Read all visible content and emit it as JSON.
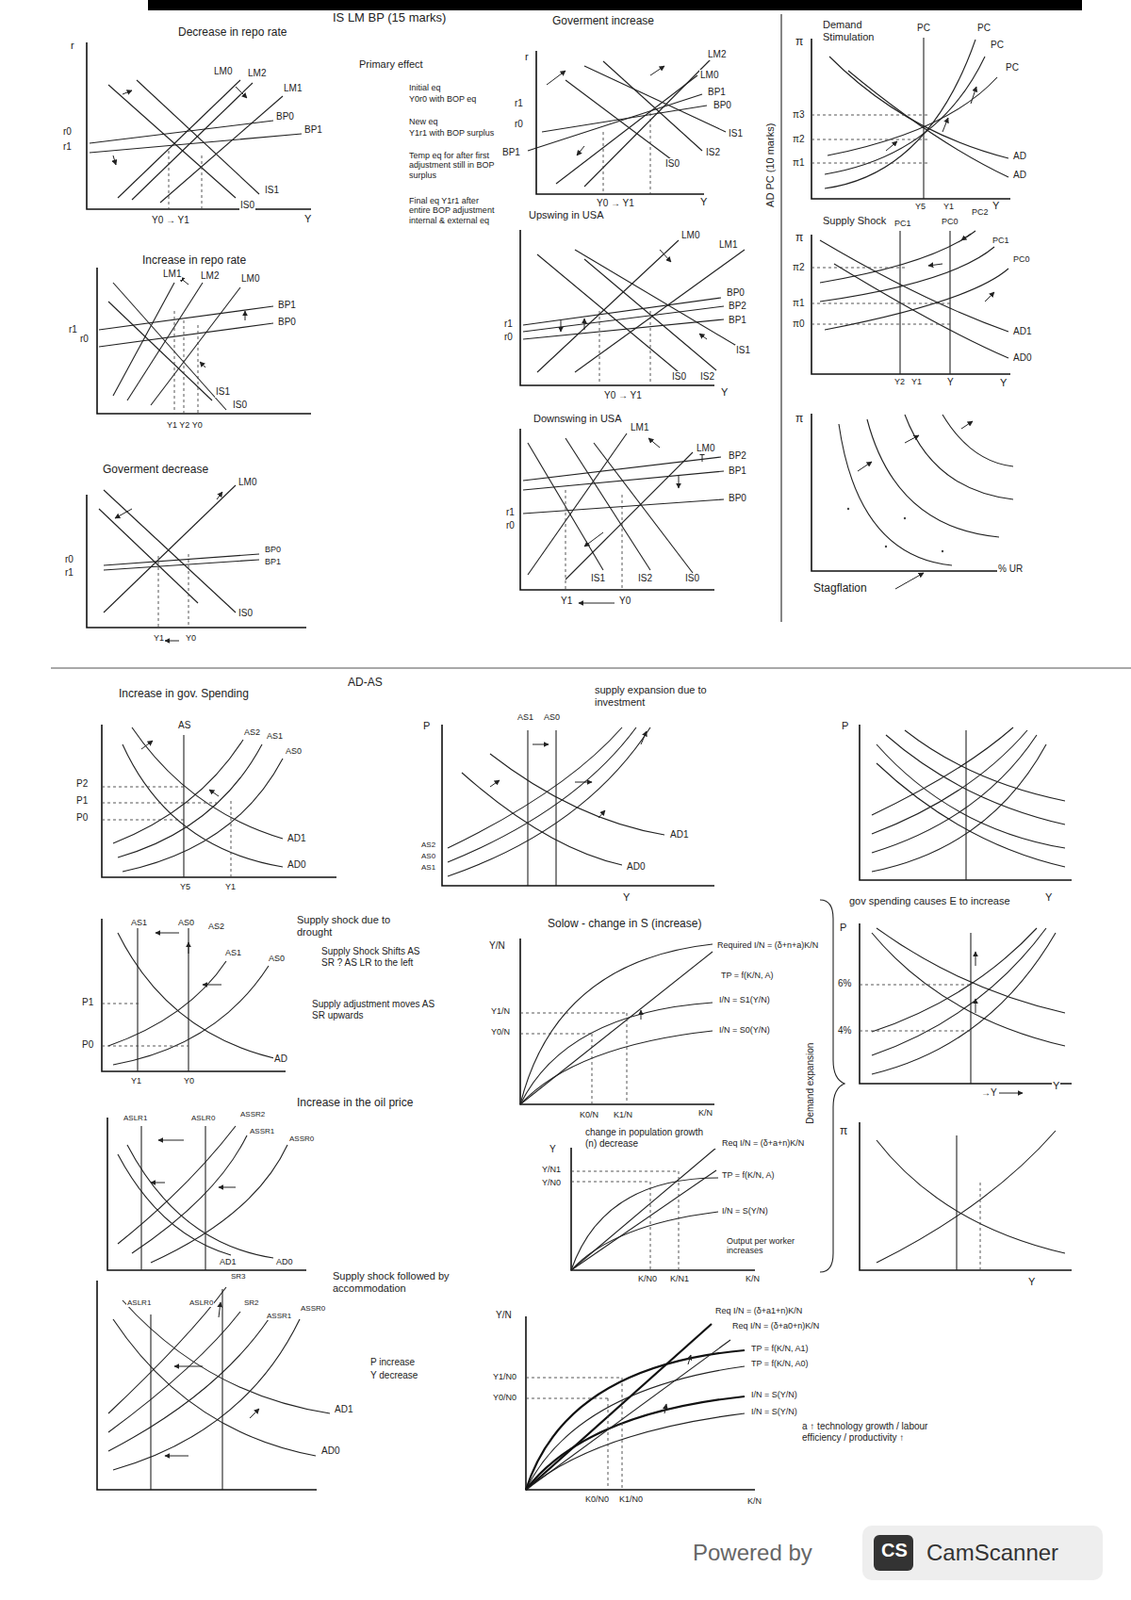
{
  "diagram": {
    "title": "IS LM BP (15 marks)",
    "labels": [
      "Decrease in repo rate",
      "r",
      "LM0",
      "LM2",
      "LM1",
      "BP0",
      "BP1",
      "r0",
      "r1",
      "IS1",
      "IS0",
      "Y0 → Y1",
      "Y",
      "Increase in repo rate",
      "LM1",
      "LM2",
      "LM0",
      "BP1",
      "BP0",
      "r1",
      "r0",
      "IS1",
      "IS0",
      "Y1 Y2 Y0",
      "Goverment decrease",
      "LM0",
      "BP0",
      "BP1",
      "r0",
      "r1",
      "IS0",
      "Y1",
      "Y0",
      "Goverment increase",
      "Primary effect",
      "r",
      "LM2",
      "LM0",
      "BP1",
      "BP0",
      "r1",
      "r0",
      "IS1",
      "IS2",
      "IS0",
      "BP1",
      "Y0 → Y1",
      "Y",
      "Initial eq",
      "Y0r0 with BOP eq",
      "New eq",
      "Y1r1 with BOP surplus",
      "Temp eq for after first adjustment still in BOP surplus",
      "Final eq Y1r1 after entire BOP adjustment internal & external eq",
      "Upswing in USA",
      "LM0",
      "LM1",
      "BP0",
      "BP2",
      "BP1",
      "r1",
      "r0",
      "IS1",
      "IS0",
      "IS2",
      "Y0 → Y1",
      "Y",
      "Downswing in USA",
      "LM1",
      "LM0",
      "BP2",
      "BP1",
      "BP0",
      "r1",
      "r0",
      "IS1",
      "IS2",
      "IS0",
      "Y1",
      "Y0",
      "AD PC (10 marks)",
      "Demand Stimulation",
      "π",
      "PC",
      "PC",
      "PC",
      "PC",
      "π3",
      "π2",
      "π1",
      "AD",
      "AD",
      "Y5",
      "Y1",
      "Y",
      "Supply Shock",
      "π",
      "PC1",
      "PC0",
      "PC2",
      "PC1",
      "PC0",
      "π2",
      "π1",
      "π0",
      "AD1",
      "AD0",
      "Y2",
      "Y1",
      "Y",
      "Y",
      "π",
      "% UR",
      "Stagflation",
      "AD-AS",
      "Increase in gov. Spending",
      "AS",
      "AS2",
      "AS1",
      "AS0",
      "P2",
      "P1",
      "P0",
      "AD1",
      "AD0",
      "Y5",
      "Y1",
      "supply expansion due to investment",
      "P",
      "AS1",
      "AS0",
      "AS2",
      "AS0",
      "AS1",
      "AD1",
      "AD0",
      "Y",
      "P",
      "Y",
      "gov spending causes E to increase",
      "Demand expansion",
      "P",
      "6%",
      "4%",
      "→Y",
      "Y",
      "π",
      "Y",
      "Supply shock due to drought",
      "Supply Shock Shifts AS SR ? AS LR to the left",
      "Supply adjustment moves AS SR upwards",
      "AS1",
      "AS0",
      "AS2",
      "AS1",
      "AS0",
      "P1",
      "P0",
      "AD",
      "Y1",
      "Y0",
      "Increase in the oil price",
      "ASLR1",
      "ASLR0",
      "ASSR2",
      "ASSR1",
      "ASSR0",
      "AD1",
      "AD0",
      "Supply shock followed by accommodation",
      "SR3",
      "ASLR1",
      "ASLR0",
      "SR2",
      "ASSR1",
      "ASSR0",
      "AD1",
      "AD0",
      "P increase",
      "Y decrease",
      "Solow - change in S (increase)",
      "Y/N",
      "Required I/N = (δ+n+a)K/N",
      "TP = f(K/N, A)",
      "I/N = S1(Y/N)",
      "I/N = S0(Y/N)",
      "Y1/N",
      "Y0/N",
      "K0/N",
      "K1/N",
      "K/N",
      "change in population growth (n) decrease",
      "Req I/N = (δ+a+n)K/N",
      "TP = f(K/N, A)",
      "I/N = S(Y/N)",
      "Output per worker increases",
      "Y",
      "Y/N1",
      "Y/N0",
      "K/N0",
      "K/N1",
      "K/N",
      "Y/N",
      "Req I/N = (δ+a1+n)K/N",
      "Req I/N = (δ+a0+n)K/N",
      "TP = f(K/N, A1)",
      "TP = f(K/N, A0)",
      "I/N = S(Y/N)",
      "I/N = S(Y/N)",
      "Y1/N0",
      "Y0/N0",
      "K1/N0",
      "K0/N0",
      "K/N",
      "a ↑ technology growth / labour efficiency / productivity ↑",
      "Powered by",
      "CS",
      "CamScanner"
    ]
  }
}
